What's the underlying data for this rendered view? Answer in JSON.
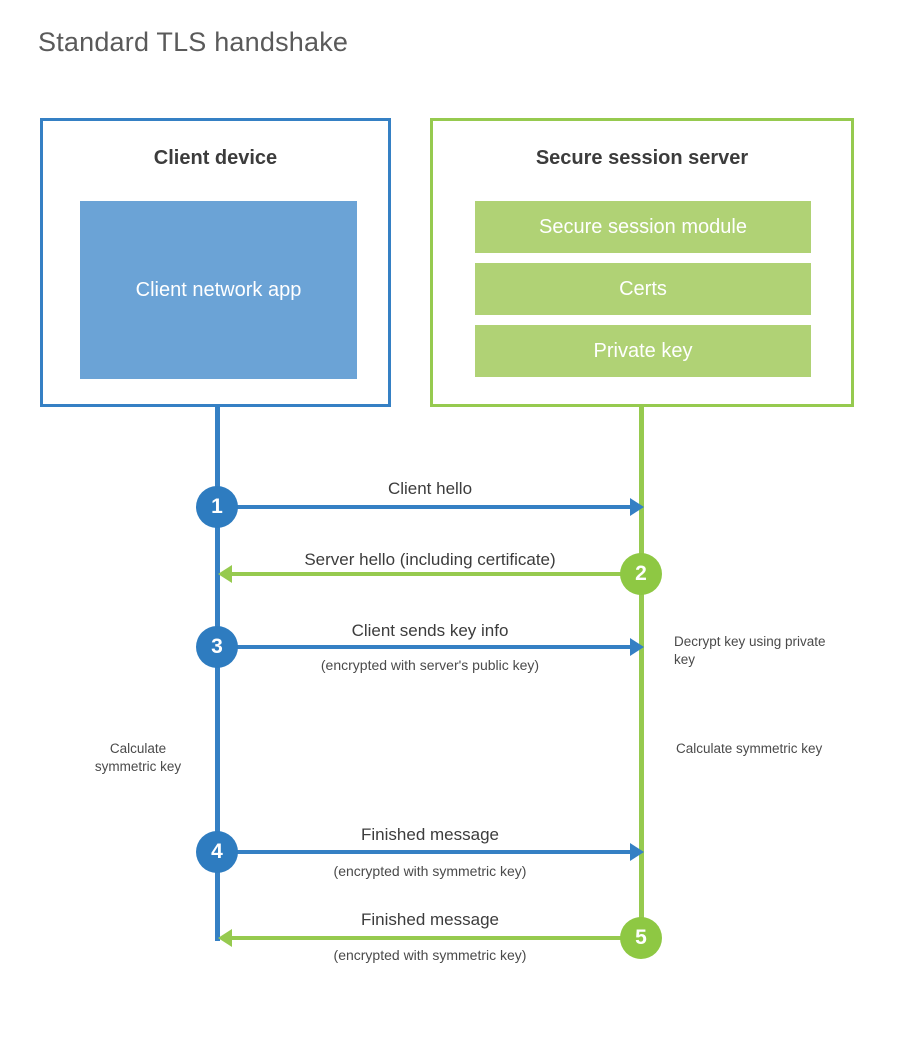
{
  "title": "Standard TLS handshake",
  "colors": {
    "client_blue": "#3580c4",
    "client_app_blue": "#6ba3d6",
    "client_circle_blue": "#2e7cc0",
    "server_green": "#96ca4f",
    "server_module_green": "#b0d275",
    "server_circle_green": "#8ec843",
    "text_dark": "#3c3c3c",
    "title_gray": "#5a5a5a",
    "background": "#ffffff"
  },
  "participants": {
    "client": {
      "title": "Client device",
      "app_label": "Client network app"
    },
    "server": {
      "title": "Secure session server",
      "modules": [
        {
          "label": "Secure session module"
        },
        {
          "label": "Certs"
        },
        {
          "label": "Private key"
        }
      ]
    }
  },
  "steps": [
    {
      "number": "1",
      "label": "Client hello",
      "sublabel": "",
      "direction": "client-to-server",
      "color": "blue"
    },
    {
      "number": "2",
      "label": "Server hello (including certificate)",
      "sublabel": "",
      "direction": "server-to-client",
      "color": "green"
    },
    {
      "number": "3",
      "label": "Client sends key info",
      "sublabel": "(encrypted with server's public key)",
      "direction": "client-to-server",
      "color": "blue"
    },
    {
      "number": "4",
      "label": "Finished message",
      "sublabel": "(encrypted with symmetric key)",
      "direction": "client-to-server",
      "color": "blue"
    },
    {
      "number": "5",
      "label": "Finished message",
      "sublabel": "(encrypted with symmetric key)",
      "direction": "server-to-client",
      "color": "green"
    }
  ],
  "annotations": {
    "server_decrypt": "Decrypt key using private key",
    "client_calculate": "Calculate symmetric key",
    "server_calculate": "Calculate symmetric key"
  }
}
